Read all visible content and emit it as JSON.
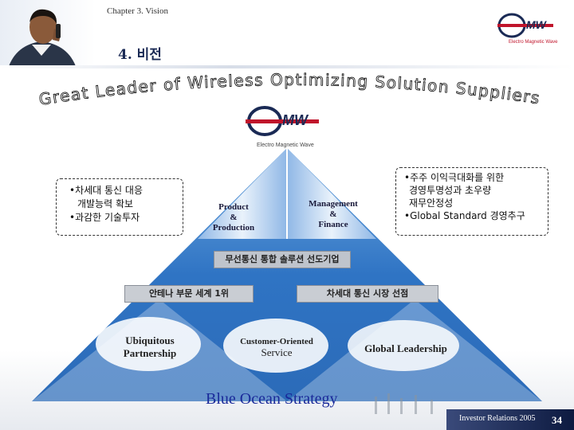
{
  "header": {
    "chapter": "Chapter 3. Vision",
    "title": "4. 비전"
  },
  "brand": {
    "tagline": "Electro Magnetic Wave",
    "accent_color": "#c0142b",
    "navy_color": "#1a2a55"
  },
  "headline": "Great Leader of Wireless Optimizing Solution Suppliers",
  "left_box": {
    "lines": [
      "•차세대 통신 대응",
      "개발능력 확보",
      "•과감한 기술투자"
    ]
  },
  "right_box": {
    "lines": [
      "•주주 이익극대화를 위한",
      "경영투명성과 초우량",
      "재무안정성",
      "•Global Standard 경영추구"
    ]
  },
  "pillars": {
    "left": [
      "Product",
      "&",
      "Production"
    ],
    "right": [
      "Management",
      "&",
      "Finance"
    ]
  },
  "banner": "무선통신 통합 솔루션 선도기업",
  "sub_banners": {
    "left": "안테나 부문 세계 1위",
    "right": "차세대 통신 시장 선점"
  },
  "ovals": {
    "left": [
      "Ubiquitous",
      "Partnership"
    ],
    "center_top": "Customer-Oriented",
    "center_bottom": "Service",
    "right": "Global Leadership"
  },
  "strategy": "Blue Ocean Strategy",
  "footer": {
    "text": "Investor Relations 2005",
    "page": "34"
  }
}
